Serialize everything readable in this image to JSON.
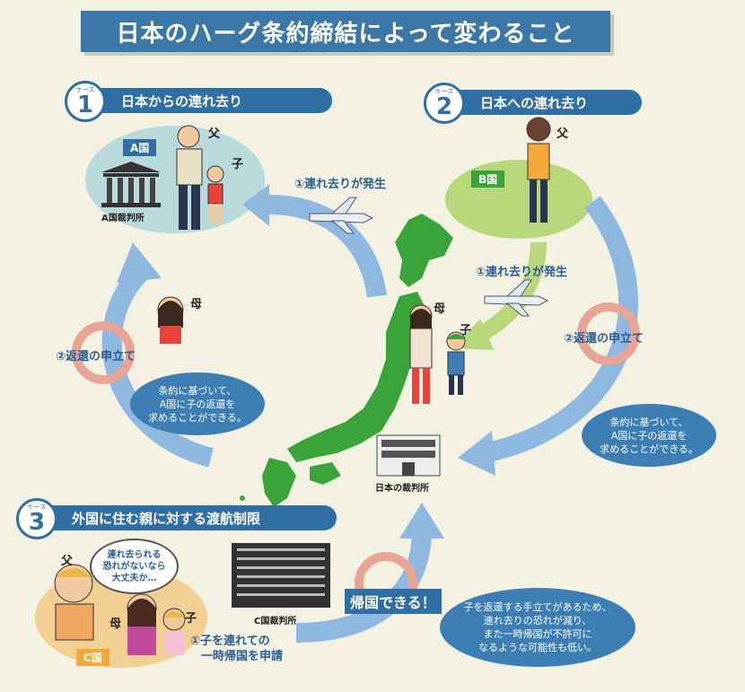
{
  "title": "日本のハーグ条約締結によって変わること",
  "cases": [
    {
      "prefix": "ケース",
      "number": "1",
      "label": "日本からの連れ去り"
    },
    {
      "prefix": "ケース",
      "number": "2",
      "label": "日本への連れ去り"
    },
    {
      "prefix": "ケース",
      "number": "3",
      "label": "外国に住む親に対する渡航制限"
    }
  ],
  "case1": {
    "country_tag": "A国",
    "court_label": "A国裁判所",
    "father": "父",
    "child": "子",
    "mother": "母",
    "step1": "①連れ去りが発生",
    "step2": "②返還の申立て",
    "bubble": [
      "条約に基づいて、",
      "A国に子の返還を",
      "求めることができる。"
    ]
  },
  "case2": {
    "country_tag": "B国",
    "father": "父",
    "step1": "①連れ去りが発生",
    "step2": "②返還の申立て",
    "bubble": [
      "条約に基づいて、",
      "A国に子の返還を",
      "求めることができる。"
    ]
  },
  "japan": {
    "mother": "母",
    "child": "子",
    "court_label": "日本の裁判所"
  },
  "case3": {
    "father": "父",
    "mother": "母",
    "child": "子",
    "country_tag": "C国",
    "thought": [
      "連れ去られる",
      "恐れがないなら",
      "大丈夫か…"
    ],
    "court_label": "C国裁判所",
    "step1": [
      "①子を連れての",
      "一時帰国を申請"
    ],
    "return_label": "帰国できる！",
    "bubble": [
      "子を返還する手立てがあるため、",
      "連れ去りの恐れが減り、",
      "また一時帰国が不許可に",
      "なるような可能性も低い。"
    ]
  },
  "colors": {
    "blue": "#3c78a7",
    "arrow": "#8fb8e0",
    "green": "#3aa33a",
    "pink": "#e8a595"
  }
}
